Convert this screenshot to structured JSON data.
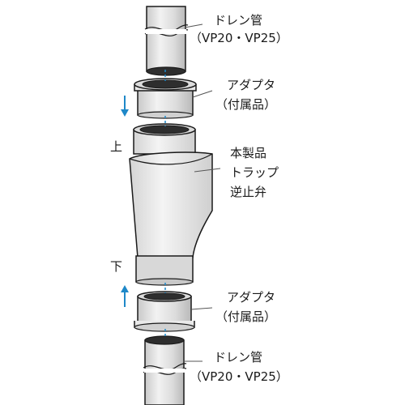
{
  "labels": {
    "drain_pipe_top": "ドレン管",
    "drain_pipe_top_size": "（VP20・VP25）",
    "adapter_top": "アダプタ",
    "adapter_top_note": "（付属品）",
    "product_line1": "本製品",
    "product_line2": "トラップ",
    "product_line3": "逆止弁",
    "upper_mark": "上",
    "lower_mark": "下",
    "adapter_bottom": "アダプタ",
    "adapter_bottom_note": "（付属品）",
    "drain_pipe_bottom": "ドレン管",
    "drain_pipe_bottom_size": "（VP20・VP25）"
  },
  "colors": {
    "outline": "#1a1a1a",
    "body_fill": "#e6e6e6",
    "inner_dark": "#3a3a3a",
    "arrow_blue": "#1e88c8",
    "leader_line": "#555555"
  }
}
